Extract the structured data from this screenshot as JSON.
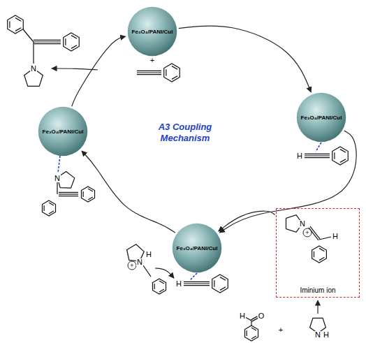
{
  "diagram": {
    "title": "A3 Coupling Mechanism",
    "nodes": [
      {
        "text": [
          "Fe₃O₄/PANI/CuI"
        ]
      },
      {
        "text": [
          "Fe₃O₄/PANI/CuI"
        ]
      },
      {
        "text": [
          "Fe₃O₄/PANI/CuI"
        ]
      },
      {
        "text": [
          "Fe₃O₄/PANI/CuI"
        ]
      },
      {
        "text": [
          "Iminium ion"
        ]
      }
    ],
    "edges": [
      {
        "from": 0,
        "to": 1,
        "arrow": "to"
      },
      {
        "from": 1,
        "to": 2,
        "arrow": "to"
      },
      {
        "from": 2,
        "to": 3,
        "arrow": "to"
      },
      {
        "from": 3,
        "to": 0,
        "arrow": "to"
      },
      {
        "from": 4,
        "to": 2,
        "arrow": "to"
      }
    ],
    "labels": [
      "+",
      "N",
      "H",
      "H",
      "N",
      "+",
      "H",
      "N",
      "N",
      "+",
      "H",
      "H",
      "O",
      "+",
      "N",
      "H"
    ]
  }
}
